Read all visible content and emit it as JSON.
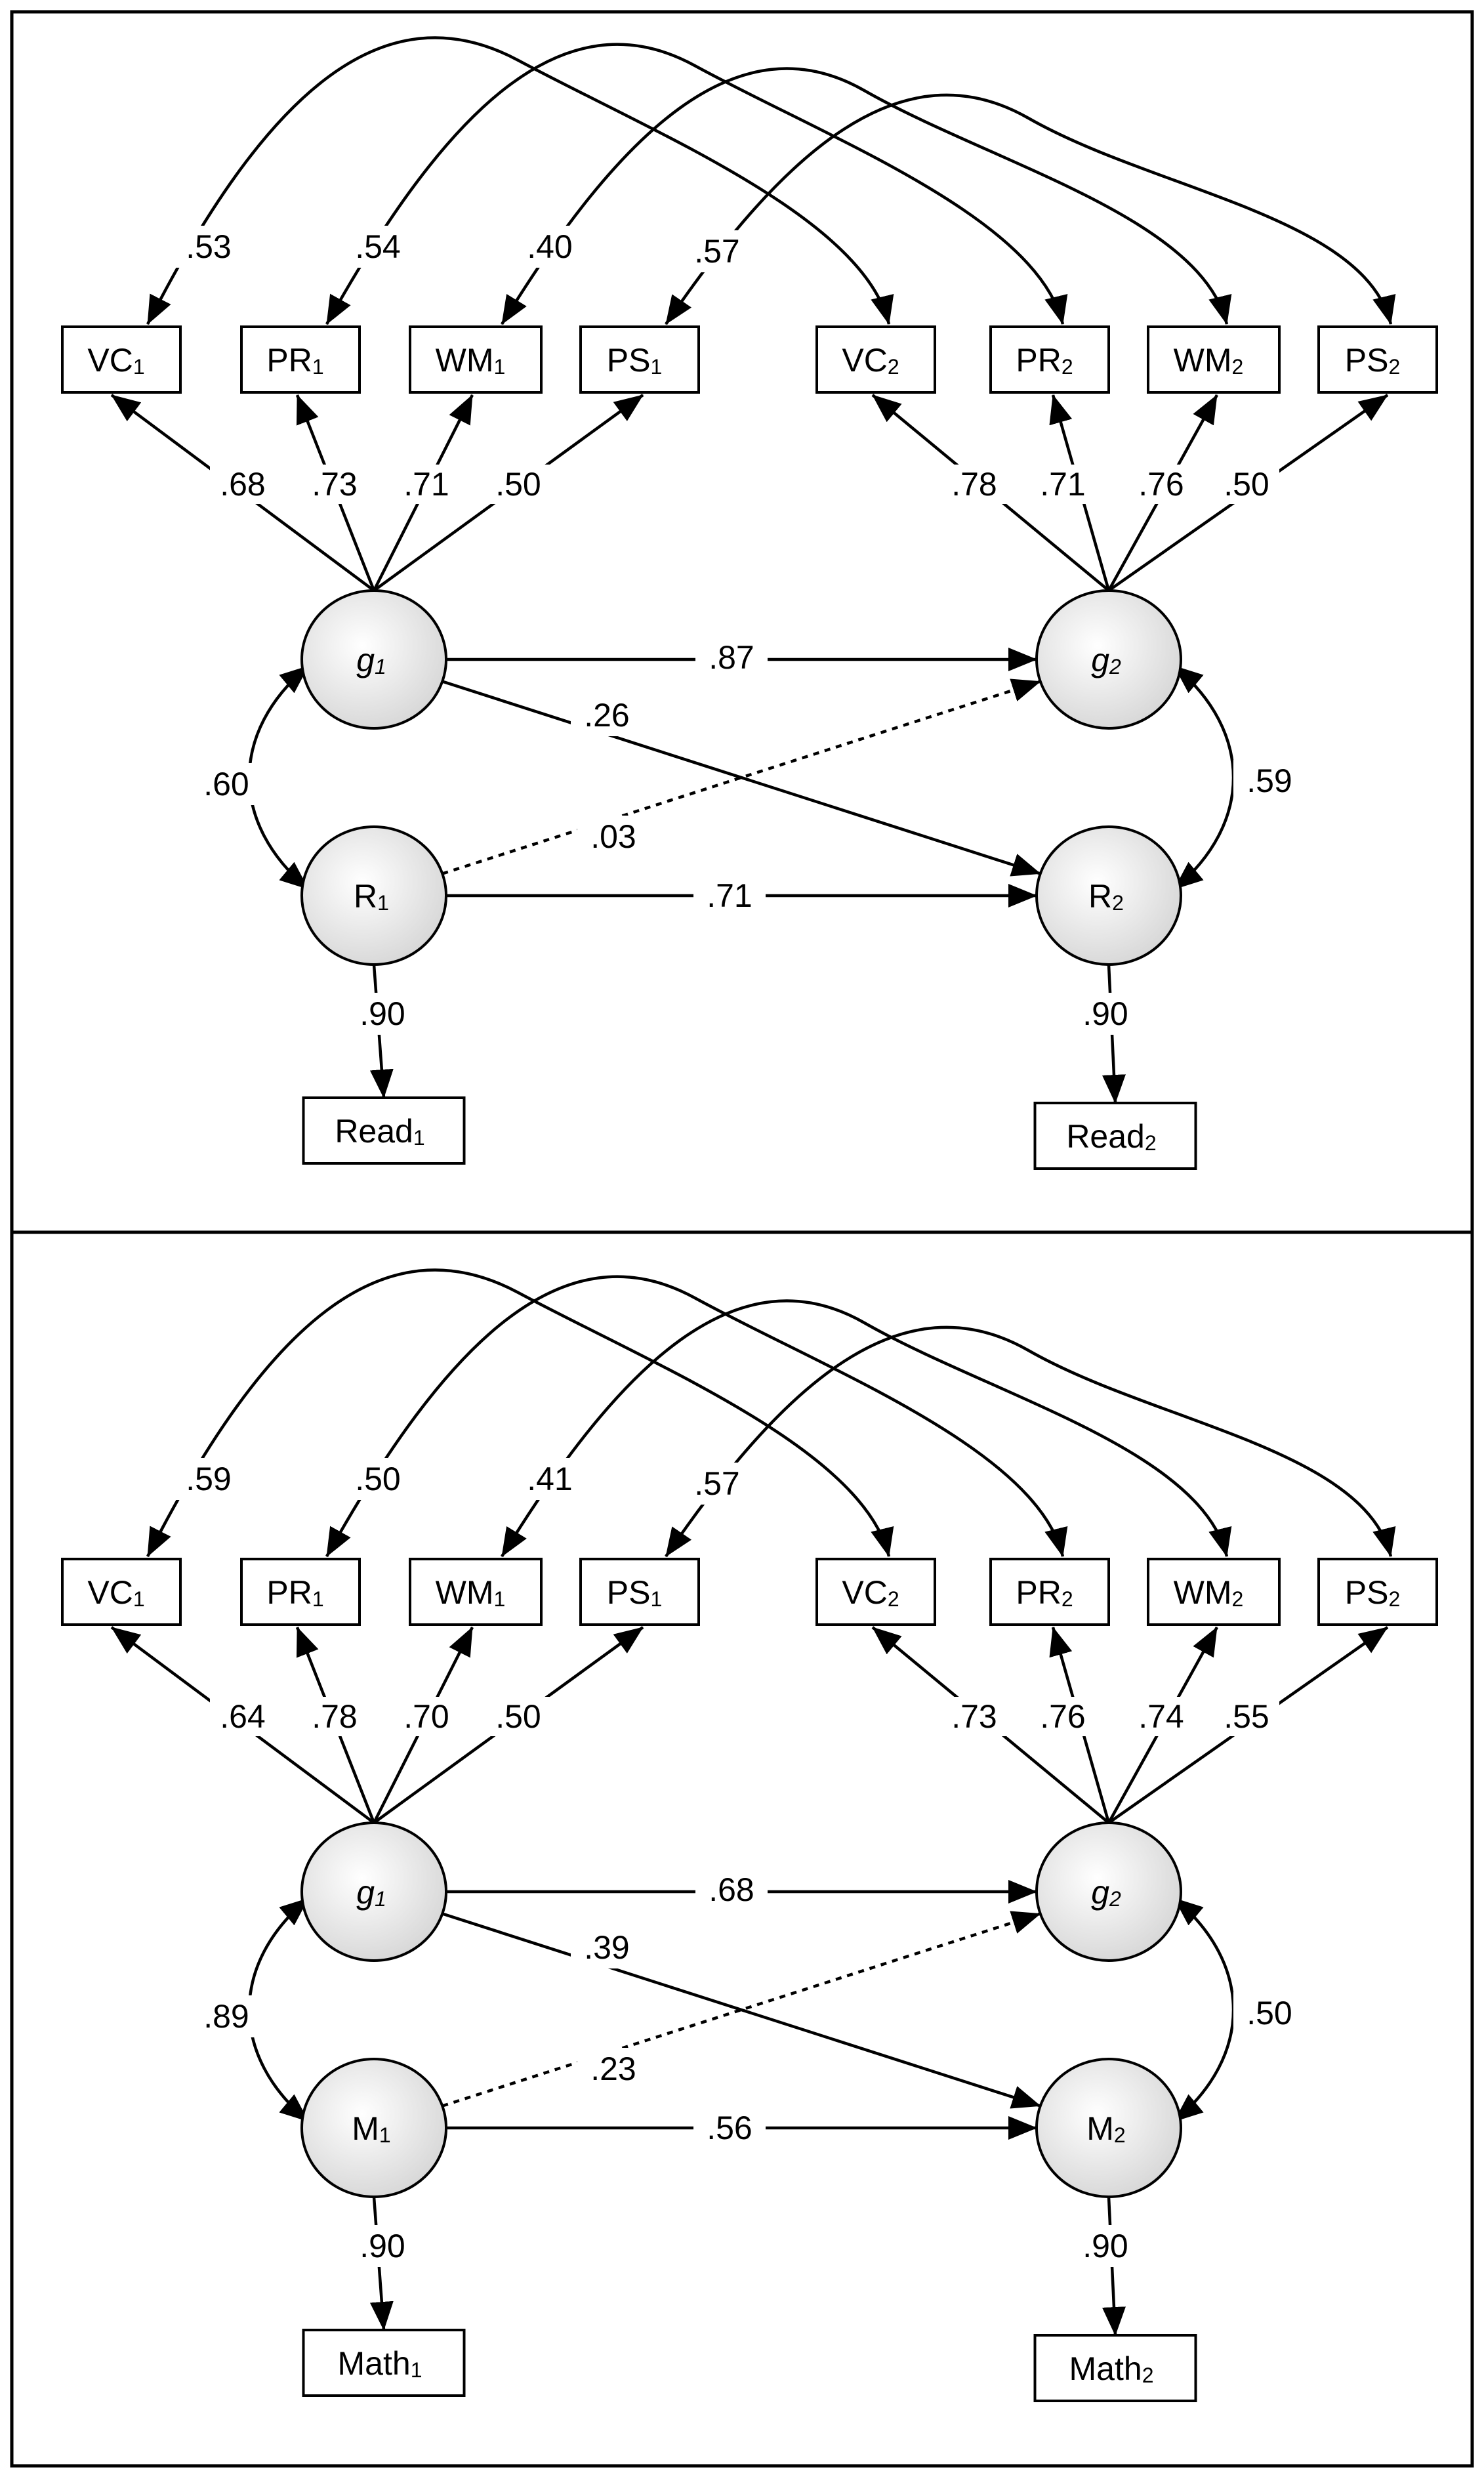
{
  "panels": [
    {
      "id": "reading",
      "indicators": [
        {
          "id": "VC1",
          "base": "VC",
          "sub": "1"
        },
        {
          "id": "PR1",
          "base": "PR",
          "sub": "1"
        },
        {
          "id": "WM1",
          "base": "WM",
          "sub": "1"
        },
        {
          "id": "PS1",
          "base": "PS",
          "sub": "1"
        },
        {
          "id": "VC2",
          "base": "VC",
          "sub": "2"
        },
        {
          "id": "PR2",
          "base": "PR",
          "sub": "2"
        },
        {
          "id": "WM2",
          "base": "WM",
          "sub": "2"
        },
        {
          "id": "PS2",
          "base": "PS",
          "sub": "2"
        }
      ],
      "latents": {
        "g1": {
          "base": "g",
          "sub": "1",
          "italic": true
        },
        "g2": {
          "base": "g",
          "sub": "2",
          "italic": true
        },
        "A1": {
          "base": "R",
          "sub": "1",
          "italic": false
        },
        "A2": {
          "base": "R",
          "sub": "2",
          "italic": false
        }
      },
      "outcomes": {
        "O1": {
          "base": "Read",
          "sub": "1"
        },
        "O2": {
          "base": "Read",
          "sub": "2"
        }
      },
      "residual_covariances": [
        ".53",
        ".54",
        ".40",
        ".57"
      ],
      "loadings_t1": [
        ".68",
        ".73",
        ".71",
        ".50"
      ],
      "loadings_t2": [
        ".78",
        ".71",
        ".76",
        ".50"
      ],
      "paths": {
        "g1_g2": ".87",
        "g1_A2": ".26",
        "A1_g2": ".03",
        "A1_A2": ".71",
        "cov_t1": ".60",
        "cov_t2": ".59",
        "A1_O1": ".90",
        "A2_O2": ".90"
      }
    },
    {
      "id": "math",
      "indicators": [
        {
          "id": "VC1",
          "base": "VC",
          "sub": "1"
        },
        {
          "id": "PR1",
          "base": "PR",
          "sub": "1"
        },
        {
          "id": "WM1",
          "base": "WM",
          "sub": "1"
        },
        {
          "id": "PS1",
          "base": "PS",
          "sub": "1"
        },
        {
          "id": "VC2",
          "base": "VC",
          "sub": "2"
        },
        {
          "id": "PR2",
          "base": "PR",
          "sub": "2"
        },
        {
          "id": "WM2",
          "base": "WM",
          "sub": "2"
        },
        {
          "id": "PS2",
          "base": "PS",
          "sub": "2"
        }
      ],
      "latents": {
        "g1": {
          "base": "g",
          "sub": "1",
          "italic": true
        },
        "g2": {
          "base": "g",
          "sub": "2",
          "italic": true
        },
        "A1": {
          "base": "M",
          "sub": "1",
          "italic": false
        },
        "A2": {
          "base": "M",
          "sub": "2",
          "italic": false
        }
      },
      "outcomes": {
        "O1": {
          "base": "Math",
          "sub": "1"
        },
        "O2": {
          "base": "Math",
          "sub": "2"
        }
      },
      "residual_covariances": [
        ".59",
        ".50",
        ".41",
        ".57"
      ],
      "loadings_t1": [
        ".64",
        ".78",
        ".70",
        ".50"
      ],
      "loadings_t2": [
        ".73",
        ".76",
        ".74",
        ".55"
      ],
      "paths": {
        "g1_g2": ".68",
        "g1_A2": ".39",
        "A1_g2": ".23",
        "A1_A2": ".56",
        "cov_t1": ".89",
        "cov_t2": ".50",
        "A1_O1": ".90",
        "A2_O2": ".90"
      }
    }
  ]
}
